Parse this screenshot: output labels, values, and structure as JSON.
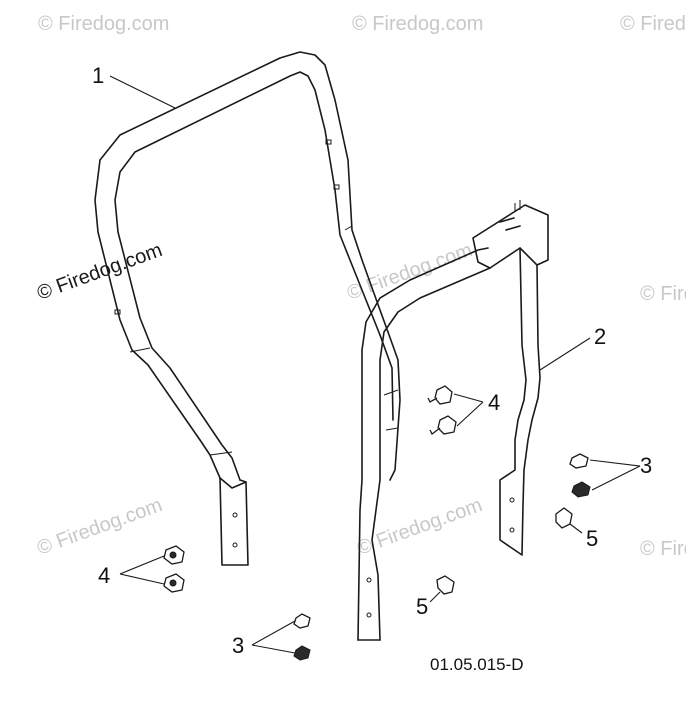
{
  "diagram": {
    "drawing_code": "01.05.015-D",
    "watermark_text": "© Firedog.com",
    "callouts": {
      "frame_left": "1",
      "frame_right": "2",
      "bolts_right": "3",
      "bolts_bottom": "3",
      "studs_mid": "4",
      "studs_left": "4",
      "screw_right": "5",
      "screw_bottom": "5"
    }
  }
}
